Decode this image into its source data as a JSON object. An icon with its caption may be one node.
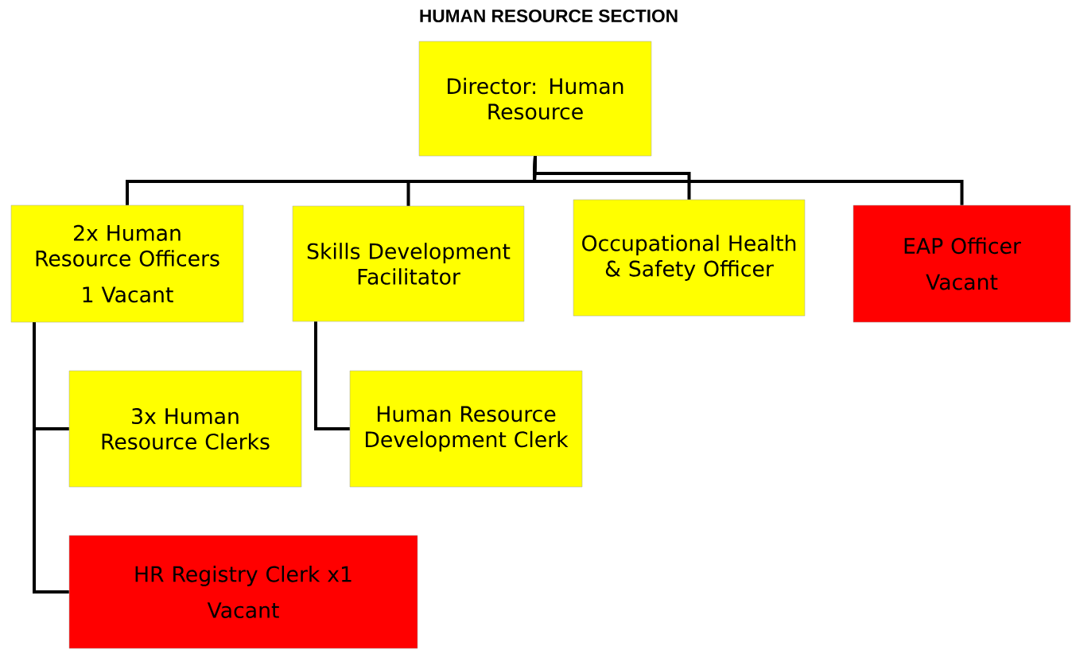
{
  "diagram": {
    "title": "HUMAN RESOURCE SECTION",
    "nodes": [
      {
        "text": [
          "Director: Human Resource"
        ]
      },
      {
        "text": [
          "2x Human Resource Officers",
          "1 Vacant"
        ]
      },
      {
        "text": [
          "Skills Development Facilitator"
        ]
      },
      {
        "text": [
          "Occupational Health & Safety Officer"
        ]
      },
      {
        "text": [
          "EAP Officer",
          "Vacant"
        ]
      },
      {
        "text": [
          "3x Human Resource Clerks"
        ]
      },
      {
        "text": [
          "Human Resource Development Clerk"
        ]
      },
      {
        "text": [
          "HR Registry Clerk x1",
          "Vacant"
        ]
      }
    ],
    "edges": [
      {
        "from": 0,
        "to": 1,
        "arrow": "none"
      },
      {
        "from": 0,
        "to": 2,
        "arrow": "none"
      },
      {
        "from": 0,
        "to": 3,
        "arrow": "none"
      },
      {
        "from": 0,
        "to": 4,
        "arrow": "none"
      },
      {
        "from": 1,
        "to": 5,
        "arrow": "none"
      },
      {
        "from": 1,
        "to": 7,
        "arrow": "none"
      },
      {
        "from": 2,
        "to": 6,
        "arrow": "none"
      }
    ]
  }
}
